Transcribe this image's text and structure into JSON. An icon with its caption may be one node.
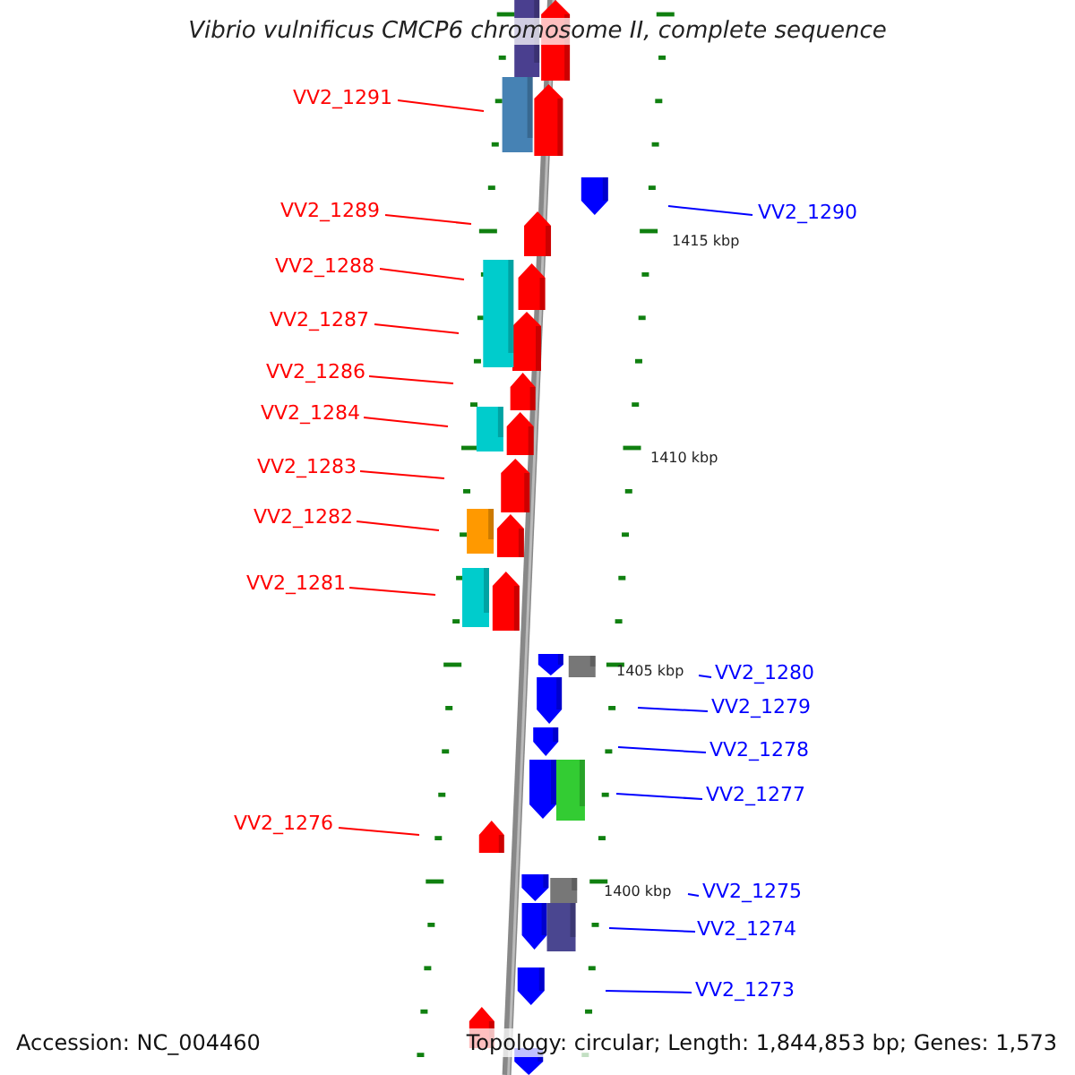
{
  "diagram": {
    "title": "Vibrio vulnificus CMCP6 chromosome II, complete sequence",
    "nodes": [
      {
        "text": [
          "VV2_1291"
        ]
      },
      {
        "text": [
          "VV2_1290"
        ]
      },
      {
        "text": [
          "VV2_1289"
        ]
      },
      {
        "text": [
          "VV2_1288"
        ]
      },
      {
        "text": [
          "VV2_1287"
        ]
      },
      {
        "text": [
          "VV2_1286"
        ]
      },
      {
        "text": [
          "VV2_1284"
        ]
      },
      {
        "text": [
          "VV2_1283"
        ]
      },
      {
        "text": [
          "VV2_1282"
        ]
      },
      {
        "text": [
          "VV2_1281"
        ]
      },
      {
        "text": [
          "VV2_1280"
        ]
      },
      {
        "text": [
          "VV2_1279"
        ]
      },
      {
        "text": [
          "VV2_1278"
        ]
      },
      {
        "text": [
          "VV2_1277"
        ]
      },
      {
        "text": [
          "VV2_1276"
        ]
      },
      {
        "text": [
          "VV2_1275"
        ]
      },
      {
        "text": [
          "VV2_1274"
        ]
      },
      {
        "text": [
          "VV2_1273"
        ]
      }
    ],
    "edges": [
      {
        "from": 0,
        "to": null,
        "arrow": "none"
      },
      {
        "from": 1,
        "to": null,
        "arrow": "none",
        "color": "#0000ff"
      },
      {
        "from": 2,
        "to": null,
        "arrow": "none"
      },
      {
        "from": 3,
        "to": null,
        "arrow": "none"
      },
      {
        "from": 4,
        "to": null,
        "arrow": "none"
      },
      {
        "from": 5,
        "to": null,
        "arrow": "none"
      },
      {
        "from": 6,
        "to": null,
        "arrow": "none"
      },
      {
        "from": 7,
        "to": null,
        "arrow": "none"
      },
      {
        "from": 8,
        "to": null,
        "arrow": "none"
      },
      {
        "from": 9,
        "to": null,
        "arrow": "none"
      },
      {
        "from": 10,
        "to": null,
        "arrow": "none",
        "color": "#0000ff"
      },
      {
        "from": 11,
        "to": null,
        "arrow": "none",
        "color": "#0000ff"
      },
      {
        "from": 12,
        "to": null,
        "arrow": "none",
        "color": "#0000ff"
      },
      {
        "from": 13,
        "to": null,
        "arrow": "none",
        "color": "#0000ff"
      },
      {
        "from": 14,
        "to": null,
        "arrow": "none"
      },
      {
        "from": 15,
        "to": null,
        "arrow": "none",
        "color": "#0000ff"
      },
      {
        "from": 16,
        "to": null,
        "arrow": "none",
        "color": "#0000ff"
      },
      {
        "from": 17,
        "to": null,
        "arrow": "none",
        "color": "#0000ff"
      }
    ],
    "labels": [
      "1415 kbp",
      "1410 kbp",
      "1405 kbp",
      "1400 kbp",
      "Accession: NC_004460",
      "Topology: circular; Length: 1,844,853 bp; Genes: 1,573"
    ]
  }
}
